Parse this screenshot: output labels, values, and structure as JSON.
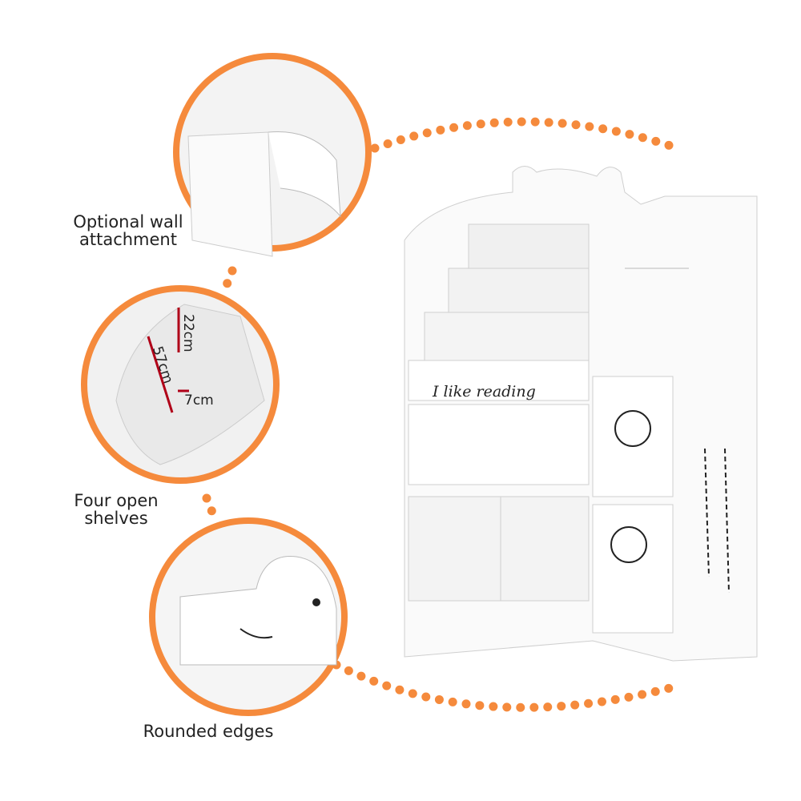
{
  "accent_color": "#f58a3c",
  "features": [
    {
      "label_line1": "Optional wall",
      "label_line2": "attachment"
    },
    {
      "label_line1": "Four open",
      "label_line2": "shelves"
    },
    {
      "label_line1": "Rounded edges",
      "label_line2": ""
    }
  ],
  "dimensions": {
    "height_back": "22cm",
    "width": "57cm",
    "depth": "7cm"
  },
  "product_text": "I like reading"
}
